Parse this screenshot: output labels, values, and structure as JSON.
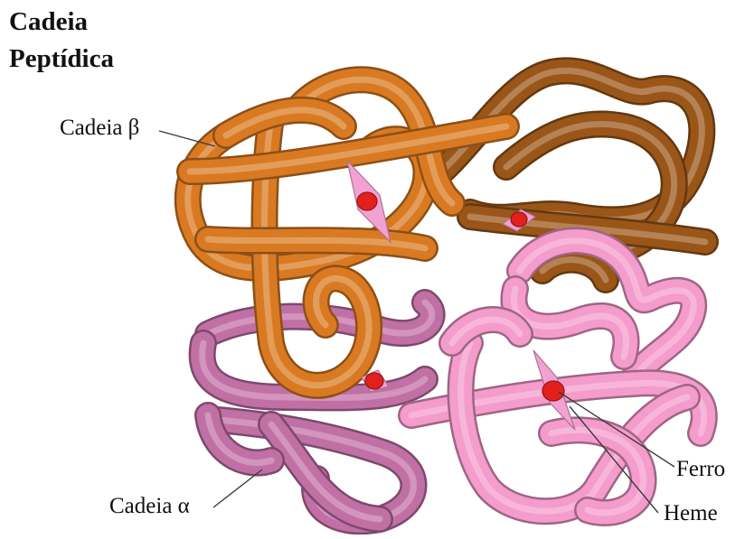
{
  "title": [
    "Cadeia",
    "Peptídica"
  ],
  "labels": {
    "beta_chain": "Cadeia β",
    "alpha_chain": "Cadeia α",
    "iron": "Ferro",
    "heme": "Heme"
  },
  "colors": {
    "beta_front": "#D97A22",
    "beta_back": "#9A5618",
    "alpha_left": "#C170A6",
    "alpha_right": "#F49CCB",
    "heme_plate": "#F2A2D2",
    "iron": "#E3201D"
  }
}
